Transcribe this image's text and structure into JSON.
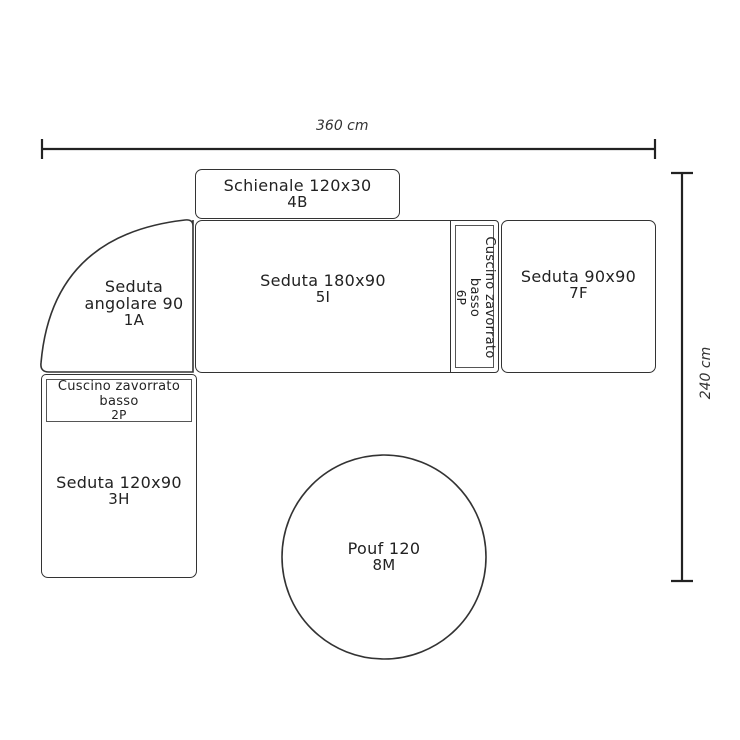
{
  "dimensions": {
    "width_label": "360 cm",
    "height_label": "240 cm"
  },
  "pieces": {
    "backrest": {
      "name": "Schienale 120x30",
      "code": "4B"
    },
    "corner_seat": {
      "line1": "Seduta",
      "line2": "angolare 90",
      "code": "1A"
    },
    "seat_180": {
      "name": "Seduta 180x90",
      "code": "5I"
    },
    "cushion_6p": {
      "line1": "Cuscino zavorrato",
      "line2": "basso",
      "code": "6P"
    },
    "seat_90": {
      "name": "Seduta 90x90",
      "code": "7F"
    },
    "cushion_2p": {
      "line1": "Cuscino zavorrato",
      "line2": "basso",
      "code": "2P"
    },
    "seat_120": {
      "name": "Seduta 120x90",
      "code": "3H"
    },
    "pouf": {
      "name": "Pouf 120",
      "code": "8M"
    }
  }
}
